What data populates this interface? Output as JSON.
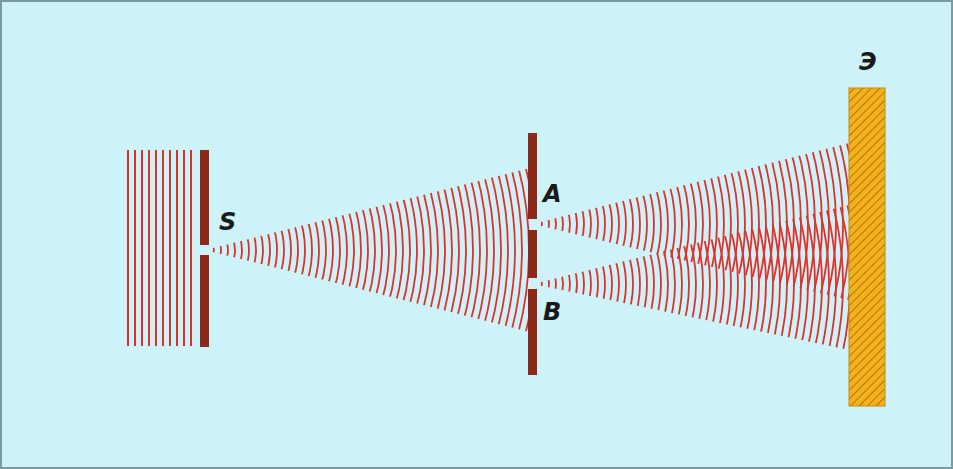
{
  "diagram": {
    "labels": [
      "S",
      "A",
      "B",
      "Э"
    ]
  }
}
